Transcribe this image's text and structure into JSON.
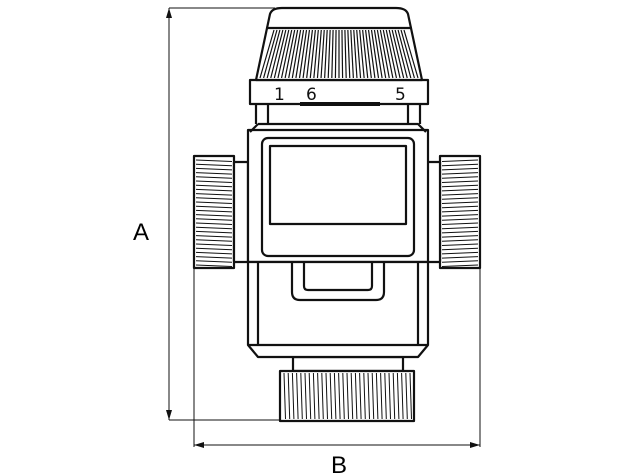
{
  "labels": {
    "dimension_a": "A",
    "dimension_b": "B"
  },
  "dial": {
    "numbers": [
      "1",
      "6",
      "5"
    ]
  },
  "colors": {
    "line": "#111111",
    "background": "#ffffff"
  }
}
